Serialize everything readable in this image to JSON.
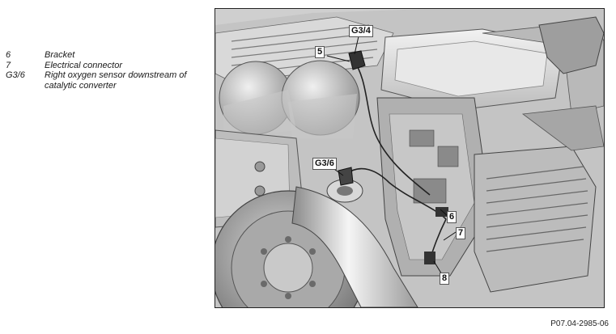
{
  "legend": [
    {
      "code": "6",
      "desc": "Bracket"
    },
    {
      "code": "7",
      "desc": "Electrical connector"
    },
    {
      "code": "G3/6",
      "desc": "Right oxygen sensor downstream of catalytic converter"
    }
  ],
  "figure": {
    "callouts": {
      "g34": "G3/4",
      "c5": "5",
      "g36": "G3/6",
      "c6": "6",
      "c7": "7",
      "c8": "8"
    },
    "id": "P07.04-2985-06"
  },
  "colors": {
    "engine_light": "#dcdcdc",
    "engine_mid": "#b5b5b5",
    "engine_dark": "#6e6e6e",
    "line": "#222222"
  }
}
